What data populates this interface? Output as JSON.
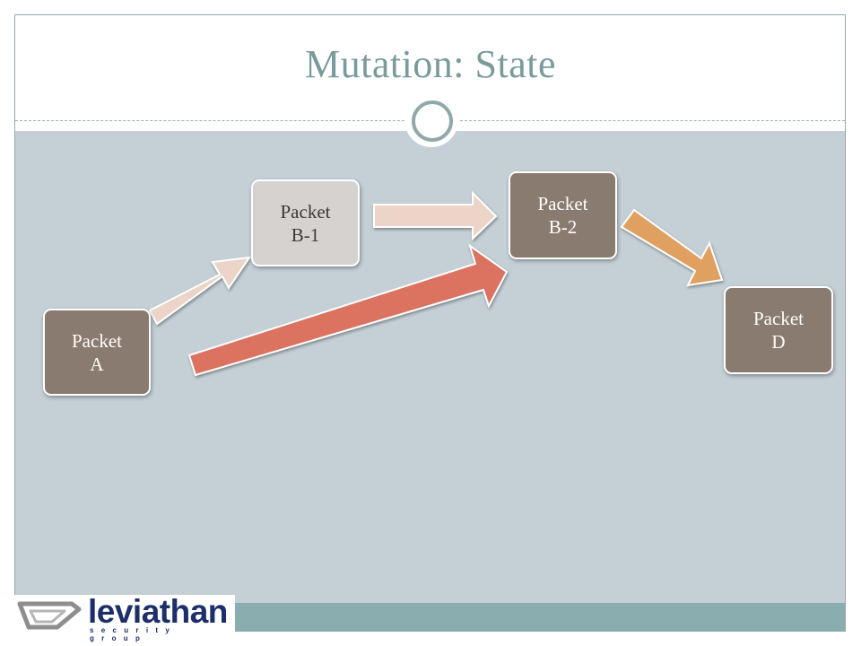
{
  "slide": {
    "title": "Mutation: State"
  },
  "nodes": {
    "packet_a": {
      "line1": "Packet",
      "line2": "A"
    },
    "packet_b1": {
      "line1": "Packet",
      "line2": "B-1"
    },
    "packet_b2": {
      "line1": "Packet",
      "line2": "B-2"
    },
    "packet_d": {
      "line1": "Packet",
      "line2": "D"
    }
  },
  "arrows": [
    {
      "from": "Packet A",
      "to": "Packet B-1",
      "color": "#ecd5c8"
    },
    {
      "from": "Packet B-1",
      "to": "Packet B-2",
      "color": "#ecd5c8"
    },
    {
      "from": "Packet A",
      "to": "Packet B-2",
      "color": "#dc7260"
    },
    {
      "from": "Packet B-2",
      "to": "Packet D",
      "color": "#e0a060"
    }
  ],
  "logo": {
    "word": "leviathan",
    "tagline": "security group"
  },
  "colors": {
    "title": "#7a9b9c",
    "content_bg": "#c4d0d6",
    "node_dark": "#8a7b70",
    "node_light": "#d6d2d0",
    "band": "#8aaeb0",
    "logo_text": "#1d2f6a"
  }
}
